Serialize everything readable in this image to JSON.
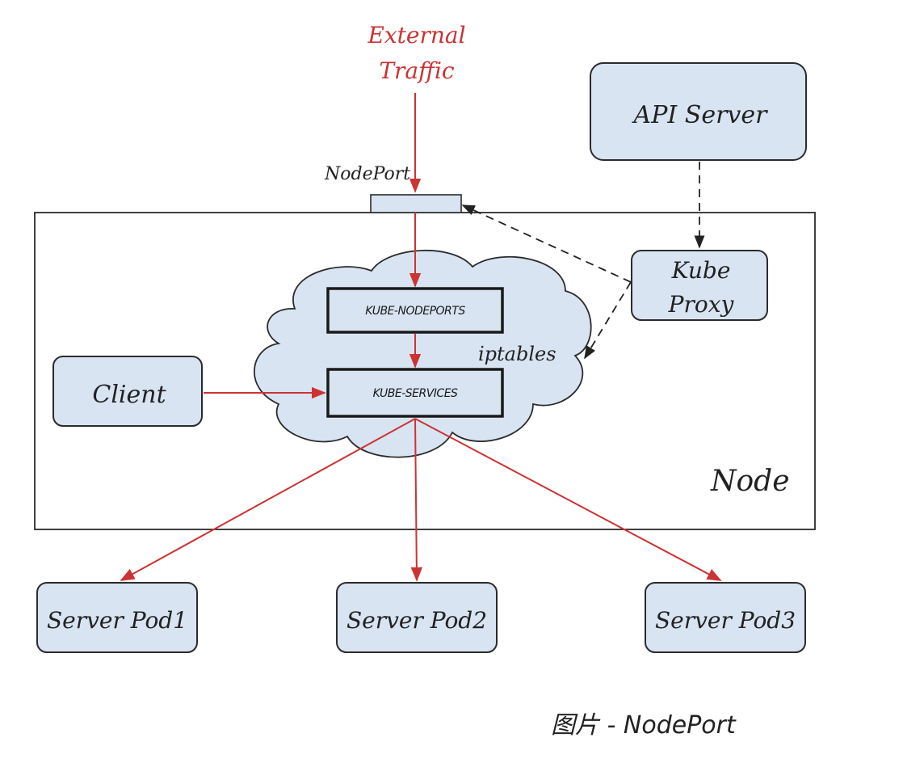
{
  "diagram": {
    "external_traffic": [
      "External",
      "Traffic"
    ],
    "nodeport_label": "NodePort",
    "api_server": "API Server",
    "kube_proxy": [
      "Kube",
      "Proxy"
    ],
    "kube_nodeports": "KUBE-NODEPORTS",
    "kube_services": "KUBE-SERVICES",
    "iptables": "iptables",
    "client": "Client",
    "node_label": "Node",
    "pods": [
      "Server Pod1",
      "Server Pod2",
      "Server Pod3"
    ]
  },
  "caption": "图片 - NodePort",
  "colors": {
    "box_fill": "#d8e4f2",
    "arrow_red": "#cc3333",
    "ink": "#222222"
  }
}
